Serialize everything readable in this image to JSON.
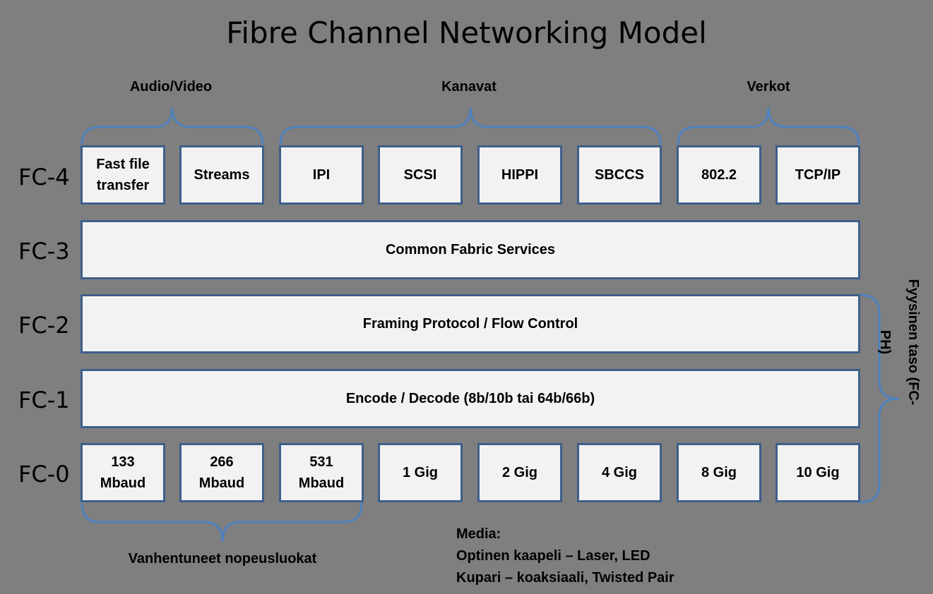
{
  "title": "Fibre Channel Networking Model",
  "levels": {
    "fc4": "FC-4",
    "fc3": "FC-3",
    "fc2": "FC-2",
    "fc1": "FC-1",
    "fc0": "FC-0"
  },
  "groups": {
    "audio_video": "Audio/Video",
    "kanavat": "Kanavat",
    "verkot": "Verkot"
  },
  "fc4_items": [
    "Fast file transfer",
    "Streams",
    "IPI",
    "SCSI",
    "HIPPI",
    "SBCCS",
    "802.2",
    "TCP/IP"
  ],
  "fc3_label": "Common Fabric Services",
  "fc2_label": "Framing Protocol / Flow Control",
  "fc1_label": "Encode / Decode (8b/10b tai 64b/66b)",
  "fc0_items": [
    "133 Mbaud",
    "266 Mbaud",
    "531 Mbaud",
    "1 Gig",
    "2 Gig",
    "4 Gig",
    "8 Gig",
    "10 Gig"
  ],
  "legacy_label": "Vanhentuneet nopeusluokat",
  "physical_label": "Fyysinen taso (FC-PH)",
  "media": {
    "heading": "Media:",
    "line1": "Optinen kaapeli – Laser, LED",
    "line2": "Kupari – koaksiaali, Twisted Pair"
  },
  "colors": {
    "background": "#7f7f7f",
    "box_fill": "#f2f2f2",
    "box_border": "#3e5f8a",
    "brace": "#4f81bd"
  }
}
